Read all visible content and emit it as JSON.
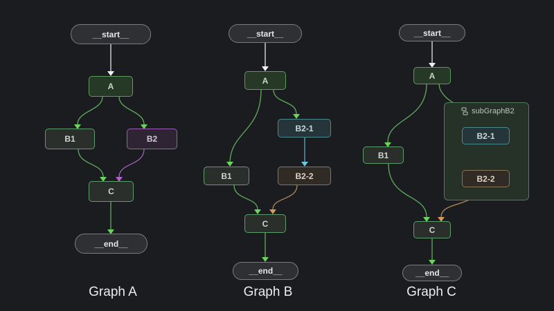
{
  "graphs": {
    "a": {
      "caption": "Graph A",
      "nodes": {
        "start": "__start__",
        "a": "A",
        "b1": "B1",
        "b2": "B2",
        "c": "C",
        "end": "__end__"
      }
    },
    "b": {
      "caption": "Graph B",
      "nodes": {
        "start": "__start__",
        "a": "A",
        "b21": "B2-1",
        "b1": "B1",
        "b22": "B2-2",
        "c": "C",
        "end": "__end__"
      }
    },
    "c": {
      "caption": "Graph C",
      "subgraph_label": "subGraphB2",
      "subgraph_icon": "subgraph-icon",
      "nodes": {
        "start": "__start__",
        "a": "A",
        "b1": "B1",
        "b21": "B2-1",
        "b22": "B2-2",
        "c": "C",
        "end": "__end__"
      }
    }
  },
  "colors": {
    "background": "#1b1c20",
    "edge_white": "#e8e8e8",
    "edge_green": "#5fae5c",
    "edge_purple": "#a45fc0",
    "edge_teal": "#5aaec0",
    "edge_tan": "#b08a5e",
    "arrow_green": "#6bd45c",
    "arrow_purple": "#b463d0",
    "arrow_teal": "#6cc6dc",
    "arrow_tan": "#d49a5a"
  }
}
